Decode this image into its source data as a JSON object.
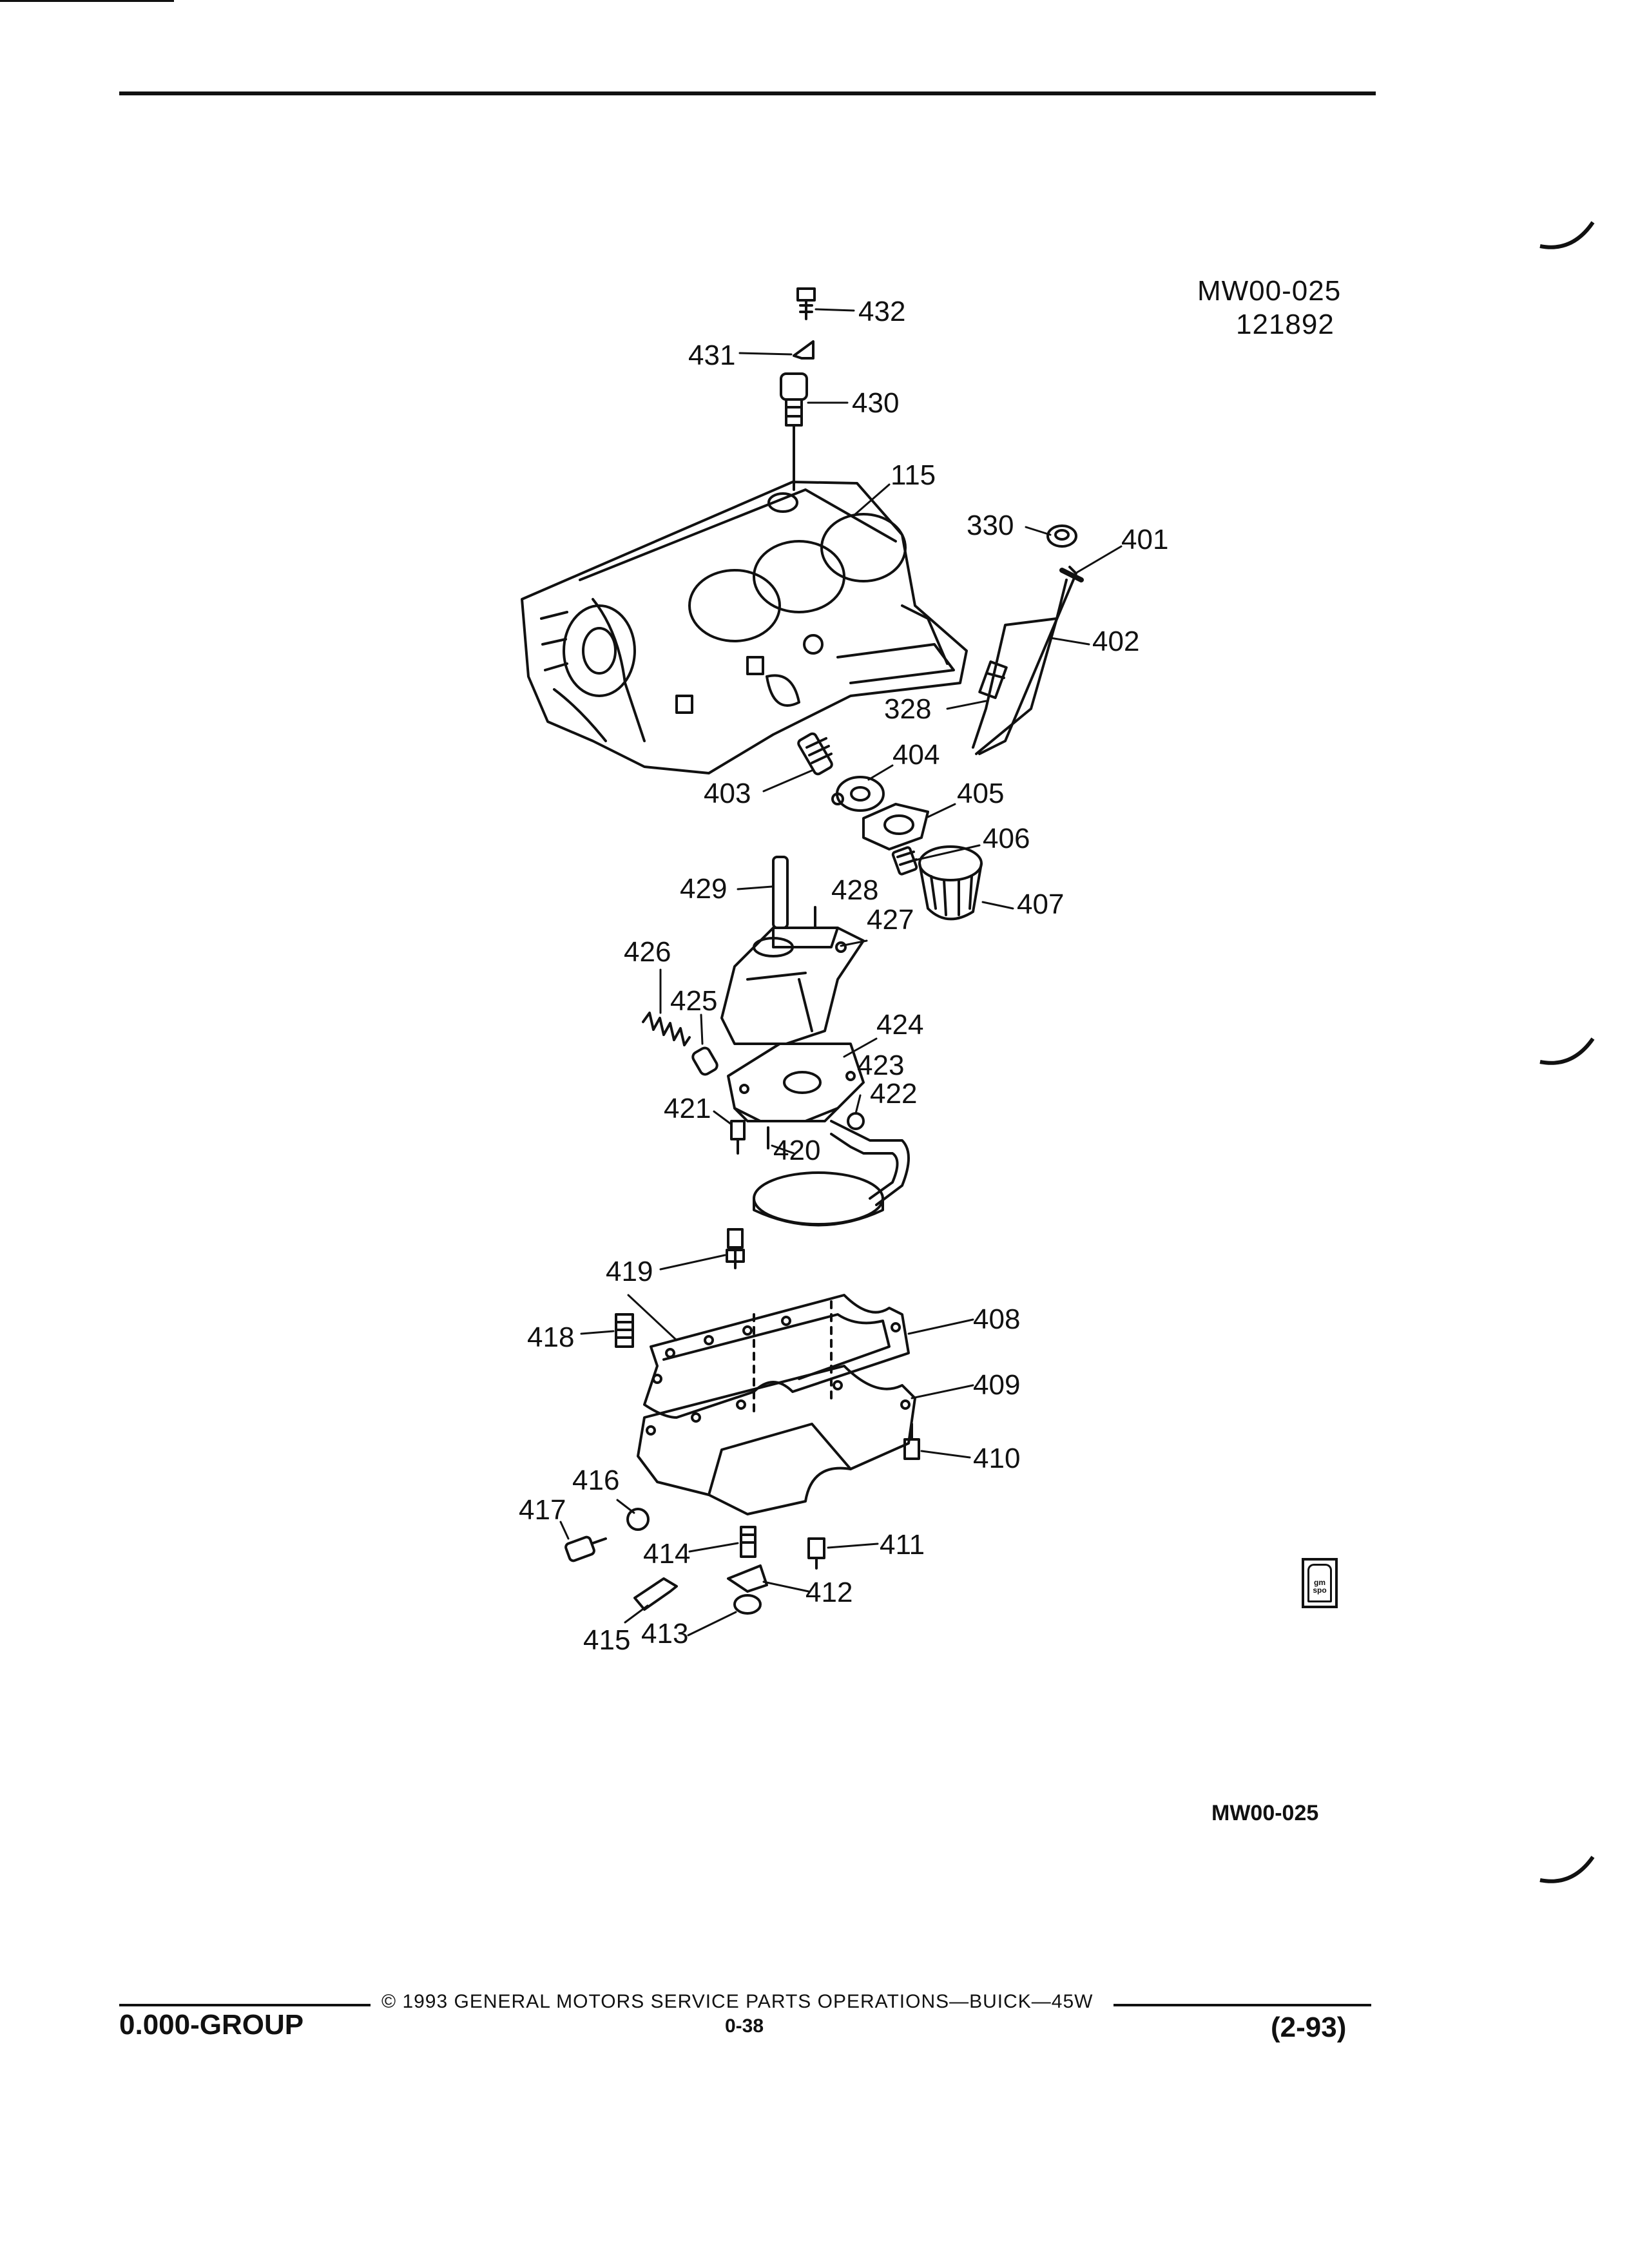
{
  "illustration": {
    "code": "MW00-025",
    "date_code": "121892",
    "bottom_code": "MW00-025",
    "callouts": [
      {
        "id": "c432",
        "label": "432"
      },
      {
        "id": "c431",
        "label": "431"
      },
      {
        "id": "c430",
        "label": "430"
      },
      {
        "id": "c115",
        "label": "115"
      },
      {
        "id": "c330",
        "label": "330"
      },
      {
        "id": "c401",
        "label": "401"
      },
      {
        "id": "c402",
        "label": "402"
      },
      {
        "id": "c328",
        "label": "328"
      },
      {
        "id": "c404",
        "label": "404"
      },
      {
        "id": "c403",
        "label": "403"
      },
      {
        "id": "c405",
        "label": "405"
      },
      {
        "id": "c406",
        "label": "406"
      },
      {
        "id": "c407",
        "label": "407"
      },
      {
        "id": "c429",
        "label": "429"
      },
      {
        "id": "c428",
        "label": "428"
      },
      {
        "id": "c427",
        "label": "427"
      },
      {
        "id": "c426",
        "label": "426"
      },
      {
        "id": "c425",
        "label": "425"
      },
      {
        "id": "c424",
        "label": "424"
      },
      {
        "id": "c423",
        "label": "423"
      },
      {
        "id": "c422",
        "label": "422"
      },
      {
        "id": "c421",
        "label": "421"
      },
      {
        "id": "c420",
        "label": "420"
      },
      {
        "id": "c419",
        "label": "419"
      },
      {
        "id": "c418",
        "label": "418"
      },
      {
        "id": "c408",
        "label": "408"
      },
      {
        "id": "c409",
        "label": "409"
      },
      {
        "id": "c410",
        "label": "410"
      },
      {
        "id": "c416",
        "label": "416"
      },
      {
        "id": "c417",
        "label": "417"
      },
      {
        "id": "c414",
        "label": "414"
      },
      {
        "id": "c411",
        "label": "411"
      },
      {
        "id": "c412",
        "label": "412"
      },
      {
        "id": "c415",
        "label": "415"
      },
      {
        "id": "c413",
        "label": "413"
      }
    ]
  },
  "footer": {
    "group": "0.000-GROUP",
    "copyright": "© 1993 GENERAL MOTORS SERVICE PARTS OPERATIONS—BUICK—45W",
    "page": "0-38",
    "date": "(2-93)"
  },
  "logo": {
    "text": "gm spo"
  },
  "colors": {
    "ink": "#111111",
    "paper": "#ffffff"
  }
}
